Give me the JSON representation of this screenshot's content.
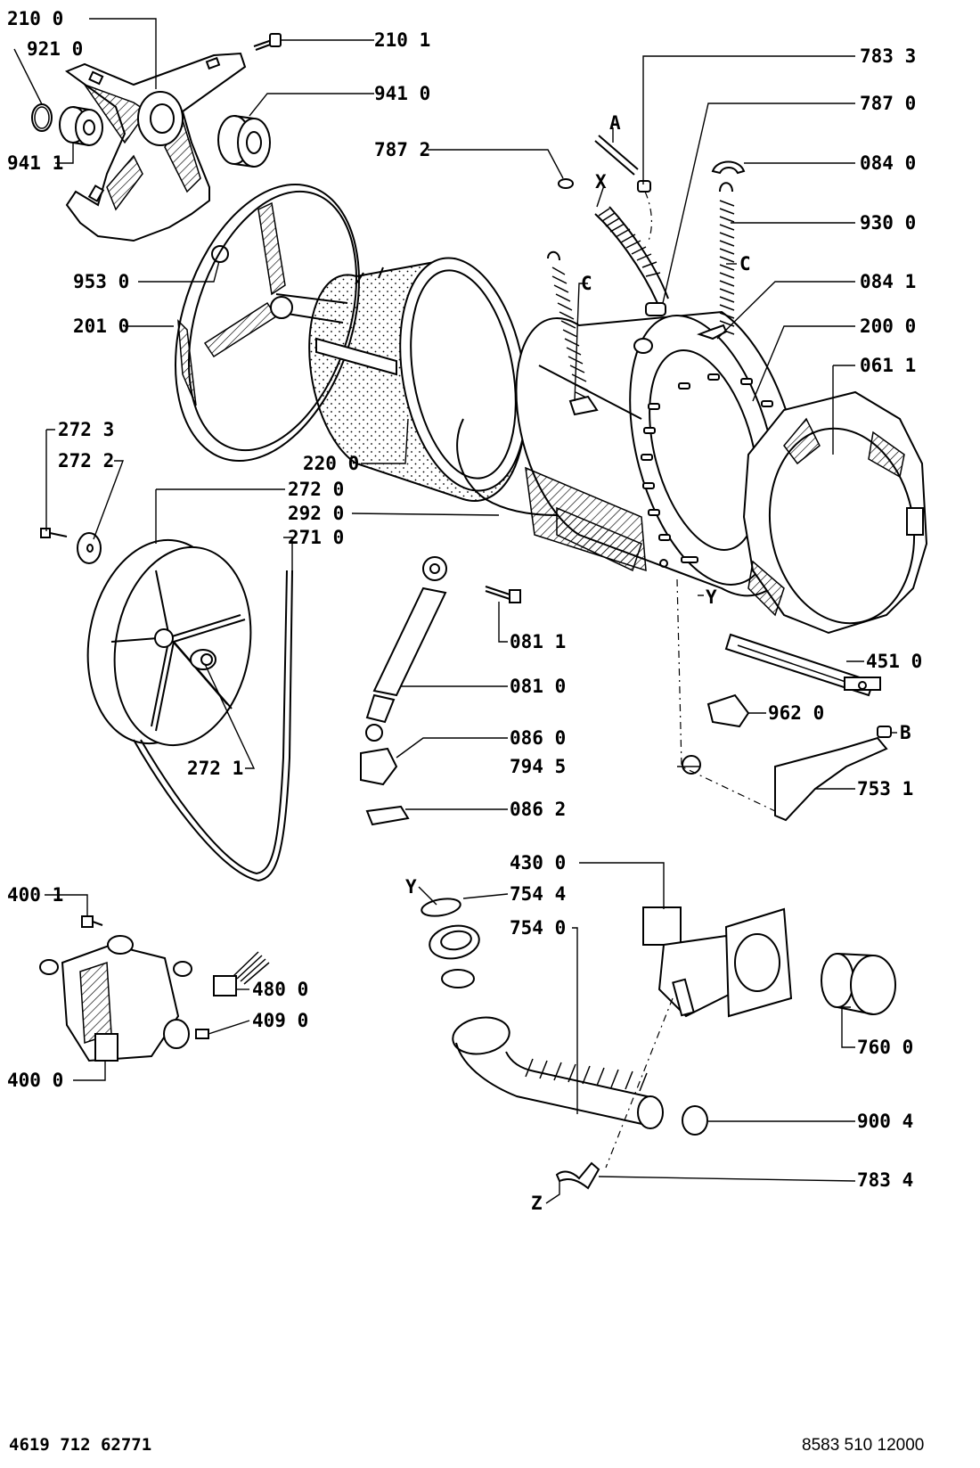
{
  "labels": {
    "p2100": "210 0",
    "p9210": "921 0",
    "p2101": "210 1",
    "p9410": "941 0",
    "p9411": "941 1",
    "p7833": "783 3",
    "p7870": "787 0",
    "p7872": "787 2",
    "p0840": "084 0",
    "p9300": "930 0",
    "p9530": "953 0",
    "p0841": "084 1",
    "p2010": "201 0",
    "p2000": "200 0",
    "p0611": "061 1",
    "p2723": "272 3",
    "p2722": "272 2",
    "p2200": "220 0",
    "p2720": "272 0",
    "p2920": "292 0",
    "p2710": "271 0",
    "p0811": "081 1",
    "p4510": "451 0",
    "p0810": "081 0",
    "p9620": "962 0",
    "p0860": "086 0",
    "p7945": "794 5",
    "p7531": "753 1",
    "p2721": "272 1",
    "p0862": "086 2",
    "p4300": "430 0",
    "p7544": "754 4",
    "p7540": "754 0",
    "p4001": "400 1",
    "p4800": "480 0",
    "p4090": "409 0",
    "p4000": "400 0",
    "p7600": "760 0",
    "p9004": "900 4",
    "p7834": "783 4"
  },
  "markers": {
    "A": "A",
    "X": "X",
    "C1": "C",
    "C2": "C",
    "Y1": "Y",
    "Y2": "Y",
    "B": "B",
    "Z": "Z"
  },
  "footer": {
    "left": "4619 712 62771",
    "right": "8583 510 12000"
  }
}
